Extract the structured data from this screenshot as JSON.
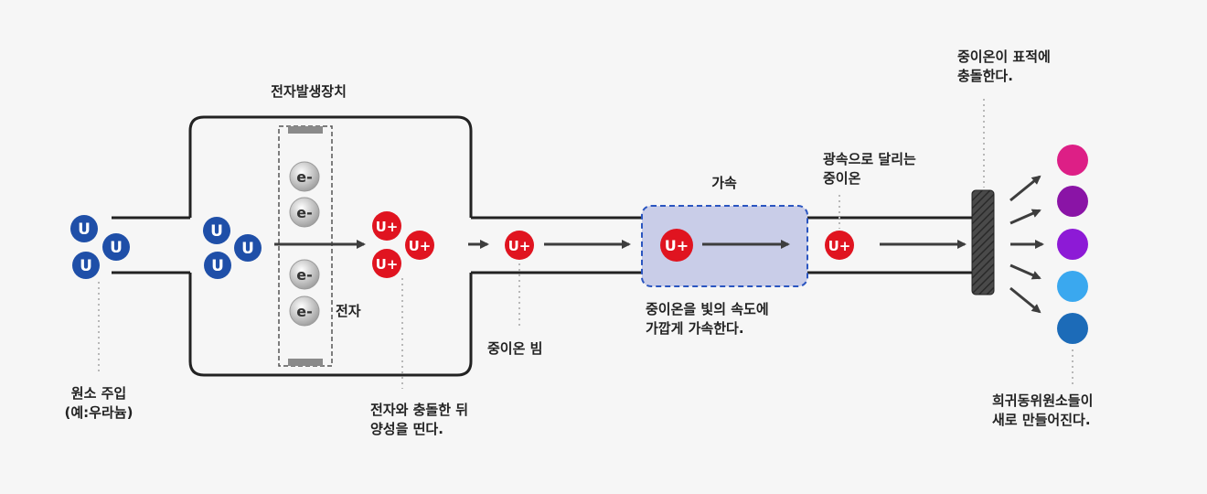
{
  "labels": {
    "device_title": "전자발생장치",
    "injection": [
      "원소 주입",
      "(예:우라늄)"
    ],
    "electron": "전자",
    "after_collision": [
      "전자와 충돌한 뒤",
      "양성을 띤다."
    ],
    "ion_beam": "중이온 빔",
    "accel_title": "가속",
    "accel_desc": [
      "중이온을 빛의 속도에",
      "가깝게 가속한다."
    ],
    "light_speed": [
      "광속으로 달리는",
      "중이온"
    ],
    "target_collision": [
      "중이온이 표적에",
      "충돌한다."
    ],
    "new_isotopes": [
      "희귀동위원소들이",
      "새로 만들어진다."
    ]
  },
  "symbols": {
    "uranium": "U",
    "uranium_ion": "U+",
    "electron": "e-"
  },
  "colors": {
    "uranium": "#1f4fa8",
    "ion": "#e01420",
    "accel_fill": "#c9cde8",
    "accel_border": "#2a55c0",
    "isotopes": [
      "#dd1f86",
      "#8a14a6",
      "#8d1ad6",
      "#3aa8ef",
      "#1c6bb8"
    ]
  }
}
